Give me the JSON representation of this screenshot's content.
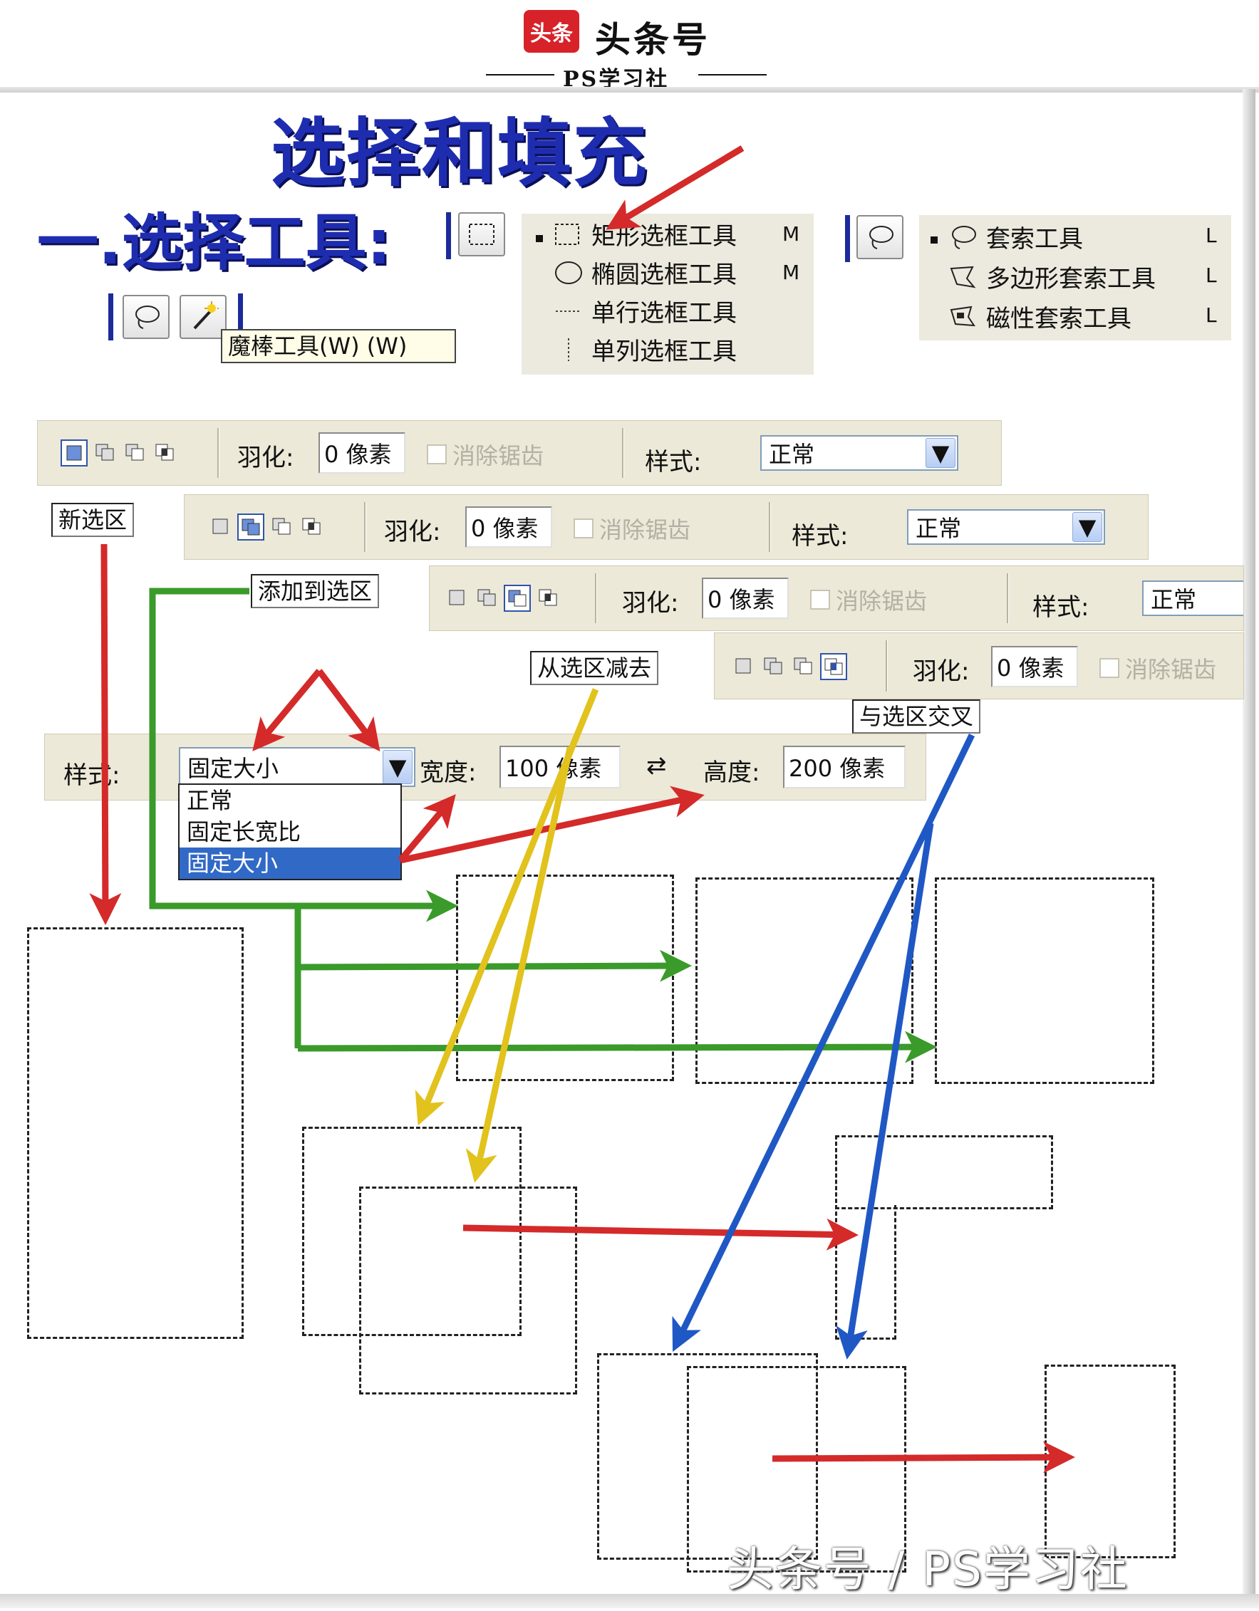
{
  "header": {
    "logo_text": "头条",
    "brand": "头条号",
    "subtitle": "PS学习社"
  },
  "main_title": "选择和填充",
  "section_title": "一.选择工具:",
  "marquee_menu": {
    "items": [
      {
        "label": "矩形选框工具",
        "key": "M",
        "icon": "rect-marquee-icon"
      },
      {
        "label": "椭圆选框工具",
        "key": "M",
        "icon": "ellipse-marquee-icon"
      },
      {
        "label": "单行选框工具",
        "key": "",
        "icon": "single-row-marquee-icon"
      },
      {
        "label": "单列选框工具",
        "key": "",
        "icon": "single-column-marquee-icon"
      }
    ]
  },
  "lasso_menu": {
    "items": [
      {
        "label": "套索工具",
        "key": "L",
        "icon": "lasso-icon"
      },
      {
        "label": "多边形套索工具",
        "key": "L",
        "icon": "polygonal-lasso-icon"
      },
      {
        "label": "磁性套索工具",
        "key": "L",
        "icon": "magnetic-lasso-icon"
      }
    ]
  },
  "magic_wand_tooltip": "魔棒工具(W) (W)",
  "option_bars": [
    {
      "caption": "新选区",
      "active_mode": 0
    },
    {
      "caption": "添加到选区",
      "active_mode": 1
    },
    {
      "caption": "从选区减去",
      "active_mode": 2
    },
    {
      "caption": "与选区交叉",
      "active_mode": 3
    }
  ],
  "options": {
    "feather_label": "羽化:",
    "feather_value": "0 像素",
    "antialias_label": "消除锯齿",
    "style_label": "样式:",
    "style_value": "正常"
  },
  "style_bar": {
    "style_label": "样式:",
    "style_value": "固定大小",
    "width_label": "宽度:",
    "width_value": "100 像素",
    "swap_symbol": "⇄",
    "height_label": "高度:",
    "height_value": "200 像素",
    "dropdown_options": [
      "正常",
      "固定长宽比",
      "固定大小"
    ],
    "selected_option": "固定大小"
  },
  "watermark": "头条号 / PS学习社",
  "colors": {
    "title_blue": "#1e2db0",
    "arrow_red": "#d42a2a",
    "arrow_green": "#3a9a2a",
    "arrow_yellow": "#e2c21c",
    "arrow_blue": "#1f58c4",
    "dropdown_highlight": "#3169c6"
  }
}
